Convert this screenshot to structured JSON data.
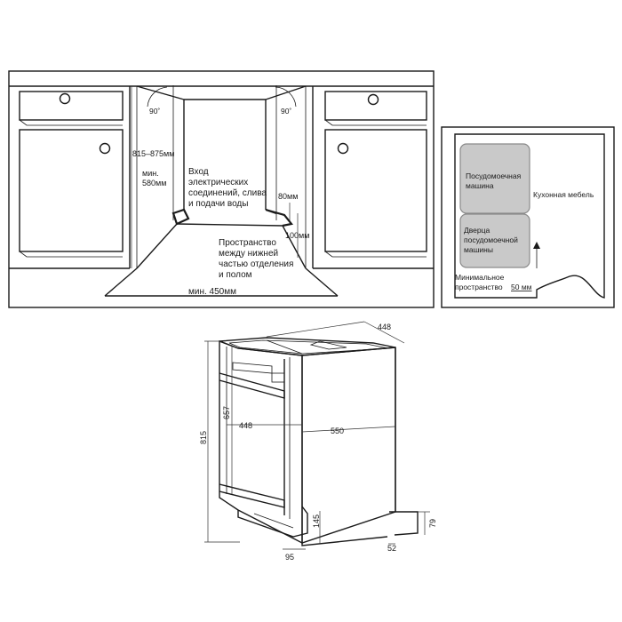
{
  "installation": {
    "angle_left": "90˚",
    "angle_right": "90˚",
    "height_range": "815–875мм",
    "min_depth": "мин.\n580мм",
    "inlet_label": "Вход\nэлектрических\nсоединений, слива\nи подачи воды",
    "dim_80": "80мм",
    "dim_100": "100мм",
    "space_label": "Пространство\nмежду нижней\nчастью отделения\nи полом",
    "min_width": "мин. 450мм"
  },
  "side_view": {
    "dishwasher_label": "Посудомоечная\nмашина",
    "furniture_label": "Кухонная мебель",
    "door_label": "Дверца\nпосудомоечной\nмашины",
    "min_space_label": "Минимальное\nпространство",
    "min_space_value": "50 мм"
  },
  "appliance": {
    "dim_448_top": "448",
    "dim_657": "657",
    "dim_815": "815",
    "dim_448_front": "448",
    "dim_550": "550",
    "dim_145": "145",
    "dim_79": "79",
    "dim_95": "95",
    "dim_52": "52"
  },
  "colors": {
    "line": "#1a1a1a",
    "shade": "#c9c9c9"
  }
}
